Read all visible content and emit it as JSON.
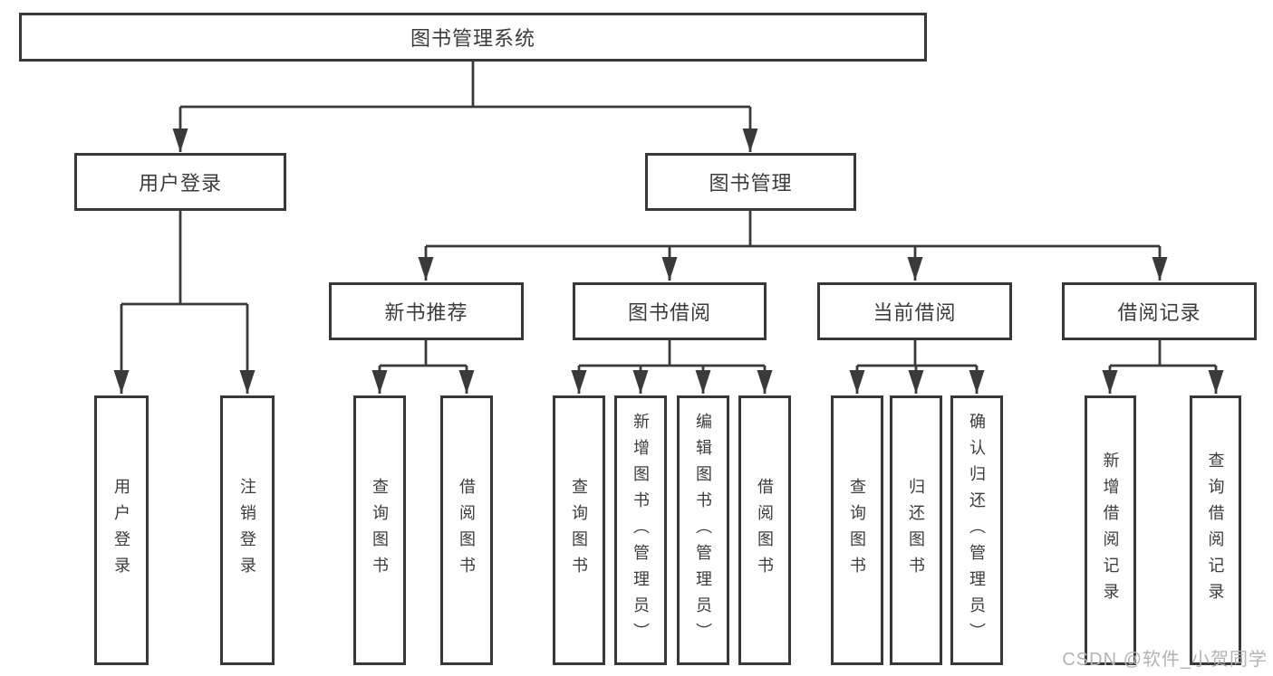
{
  "diagram": {
    "nodes": {
      "root": "图书管理系统",
      "userLogin": "用户登录",
      "bookMgmt": "图书管理",
      "newBookRec": "新书推荐",
      "bookBorrow": "图书借阅",
      "currentBorrow": "当前借阅",
      "borrowRecords": "借阅记录"
    },
    "leaves": {
      "userLogin": "用户登录",
      "logout": "注销登录",
      "queryBooksA": "查询图书",
      "borrowBooksA": "借阅图书",
      "queryBooksB": "查询图书",
      "addBooks": "新增图书（管理员）",
      "editBooks": "编辑图书（管理员）",
      "borrowBooksB": "借阅图书",
      "queryBooksC": "查询图书",
      "returnBooks": "归还图书",
      "confirmReturn": "确认归还（管理员）",
      "addBorrowRecord": "新增借阅记录",
      "queryBorrowRecord": "查询借阅记录"
    },
    "watermark": "CSDN @软件_小贺同学",
    "colors": {
      "line": "#3a3a3a",
      "border": "#383838",
      "text": "#3c3c3c",
      "watermark": "#b3b3b3",
      "background": "#ffffff"
    }
  }
}
